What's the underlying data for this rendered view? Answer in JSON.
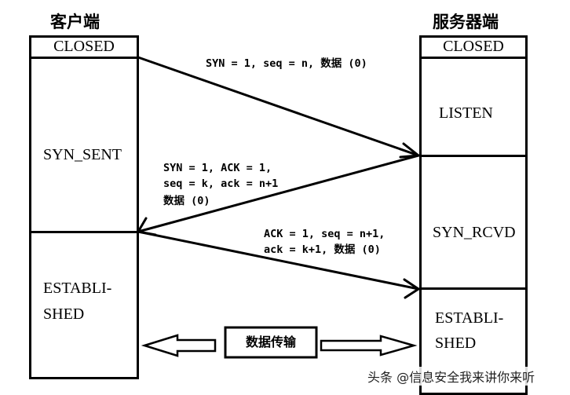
{
  "client": {
    "title": "客户端",
    "states": [
      "CLOSED",
      "SYN_SENT",
      "ESTABLI-",
      "SHED"
    ]
  },
  "server": {
    "title": "服务器端",
    "states": [
      "CLOSED",
      "LISTEN",
      "SYN_RCVD",
      "ESTABLI-",
      "SHED"
    ]
  },
  "messages": [
    {
      "direction": "client-to-server",
      "lines": [
        "SYN = 1, seq = n, 数据 (0)"
      ]
    },
    {
      "direction": "server-to-client",
      "lines": [
        "SYN = 1, ACK = 1,",
        "seq = k, ack = n+1",
        "数据 (0)"
      ]
    },
    {
      "direction": "client-to-server",
      "lines": [
        "ACK = 1, seq = n+1,",
        "ack = k+1, 数据 (0)"
      ]
    }
  ],
  "transfer": {
    "label": "数据传输"
  },
  "watermark": "头条 @信息安全我来讲你来听"
}
